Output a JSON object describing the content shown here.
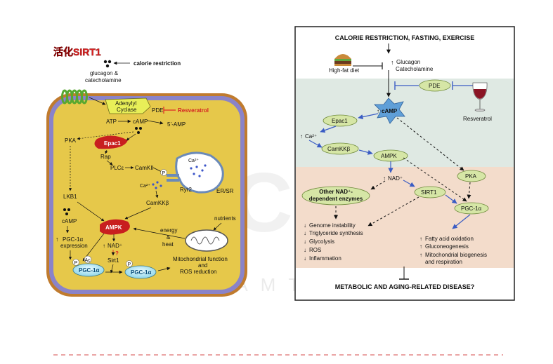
{
  "colors": {
    "cell_fill": "#e6c84a",
    "cell_border": "#c07b2e",
    "panel_top": "#ffffff",
    "panel_mid": "#dfe9e3",
    "panel_low": "#f3dccb",
    "oval": "#d6e6a6",
    "oval_border": "#6f8a3c",
    "blue_arrow": "#3a5cc4",
    "red_badge": "#e02424"
  },
  "left": {
    "badge": "活化SIRT1",
    "calorie_restriction": "calorie restriction",
    "glucagon": "glucagon &",
    "catecholamine": "catecholamine",
    "adenylyl_1": "Adenylyl",
    "adenylyl_2": "Cyclase",
    "pde": "PDE",
    "resveratrol": "Resveratrol",
    "atp": "ATP",
    "camp": "cAMP",
    "amp5": "5’-AMP",
    "pka": "PKA",
    "epac1": "Epac1",
    "rap": "Rap",
    "plce": "PLCε",
    "camkii": "CamKII",
    "ca2_top": "Ca²⁺",
    "p_top": "P",
    "er_sr": "ER/SR",
    "ryr2": "Ryr2",
    "ca2_mid": "Ca²⁺",
    "camkkb": "CamKKβ",
    "lkb1": "LKB1",
    "camp2": "cAMP",
    "pgc_expr_1": "PGC-1α",
    "pgc_expr_2": "expression",
    "ampk": "AMPK",
    "nutrients": "nutrients",
    "energy": "energy",
    "amp": "&",
    "heat": "heat",
    "nad": "NAD⁺",
    "question": "?",
    "sirt1": "Sirt1",
    "ac": "Ac",
    "p_left": "P",
    "p_right": "P",
    "pgc_left": "PGC-1α",
    "pgc_right": "PGC-1α",
    "mito_1": "Mitochondrial function",
    "mito_2": "and",
    "mito_3": "ROS reduction"
  },
  "right": {
    "title": "CALORIE RESTRICTION, FASTING, EXERCISE",
    "high_fat": "High-fat diet",
    "glucagon": "Glucagon",
    "catecholamine": "Catecholamine",
    "pde": "PDE",
    "resveratrol": "Resveratrol",
    "camp": "cAMP",
    "epac1": "Epac1",
    "ca2": "Ca²⁺",
    "camkkb": "CamKKβ",
    "ampk": "AMPK",
    "pka": "PKA",
    "nad": "NAD⁺",
    "other_1": "Other NAD⁺-",
    "other_2": "dependent enzymes",
    "sirt1": "SIRT1",
    "pgc": "PGC-1α",
    "effects_left": [
      "Genome instability",
      "Triglyceride synthesis",
      "Glycolysis",
      "ROS",
      "Inflammation"
    ],
    "effects_right": [
      "Fatty acid oxidation",
      "Gluconeogenesis",
      "Mitochondrial biogenesis",
      "and respiration"
    ],
    "bottom": "METABOLIC AND AGING-RELATED DISEASE?"
  }
}
